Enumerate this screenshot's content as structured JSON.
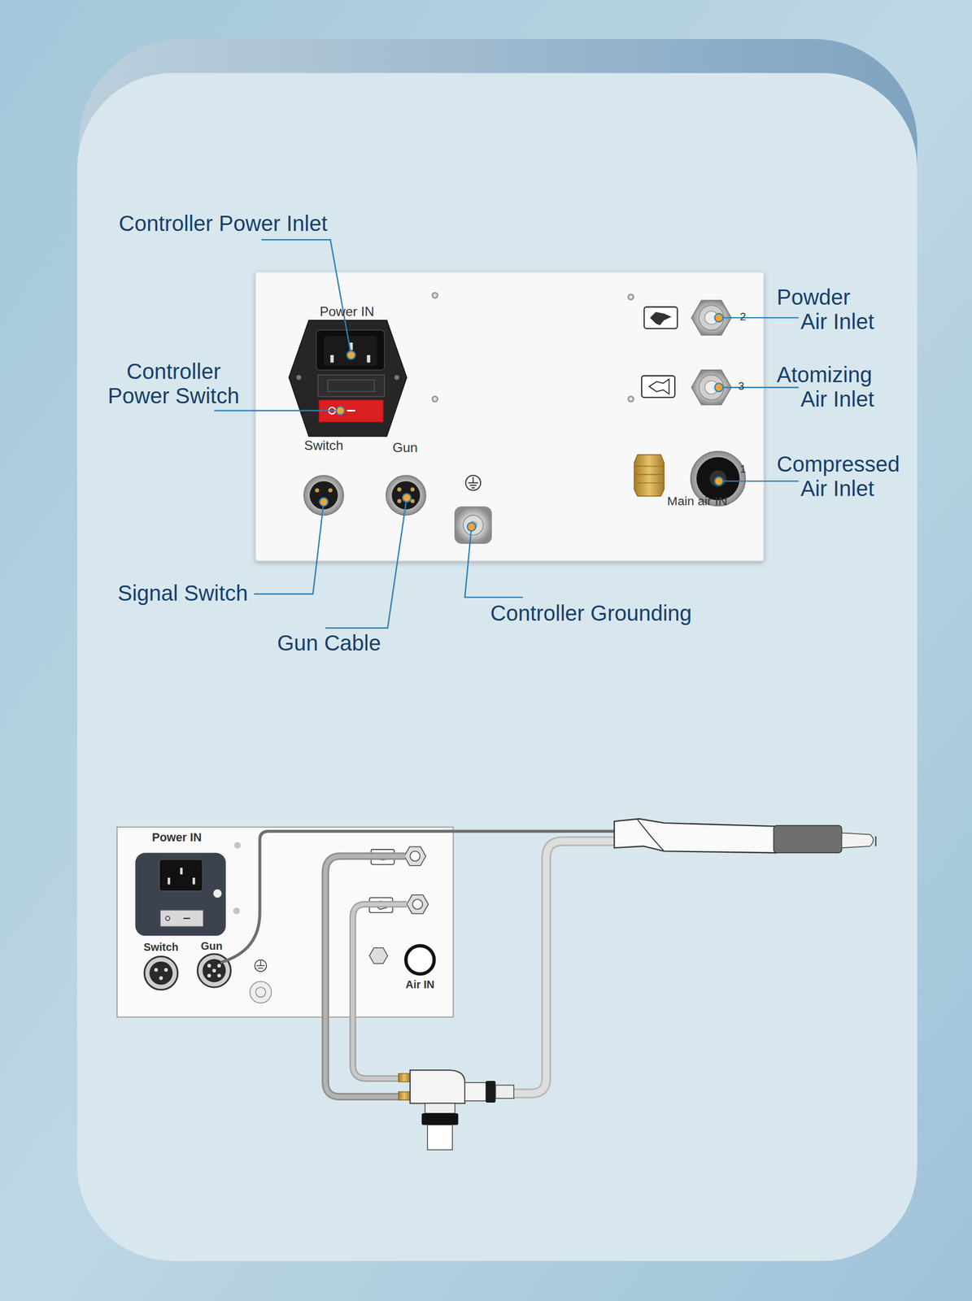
{
  "diagram": {
    "nodes": [
      {
        "text": [
          "Power IN",
          "Switch",
          "Gun",
          "2",
          "3",
          "1",
          "Main air IN"
        ]
      },
      {
        "text": [
          "Power IN",
          "Switch",
          "Gun",
          "Air IN"
        ]
      }
    ],
    "labels": [
      "Controller Power Inlet",
      "Powder Air Inlet",
      "Controller Power Switch",
      "Atomizing Air Inlet",
      "Compressed Air Inlet",
      "Signal Switch",
      "Controller Grounding",
      "Gun Cable"
    ]
  }
}
